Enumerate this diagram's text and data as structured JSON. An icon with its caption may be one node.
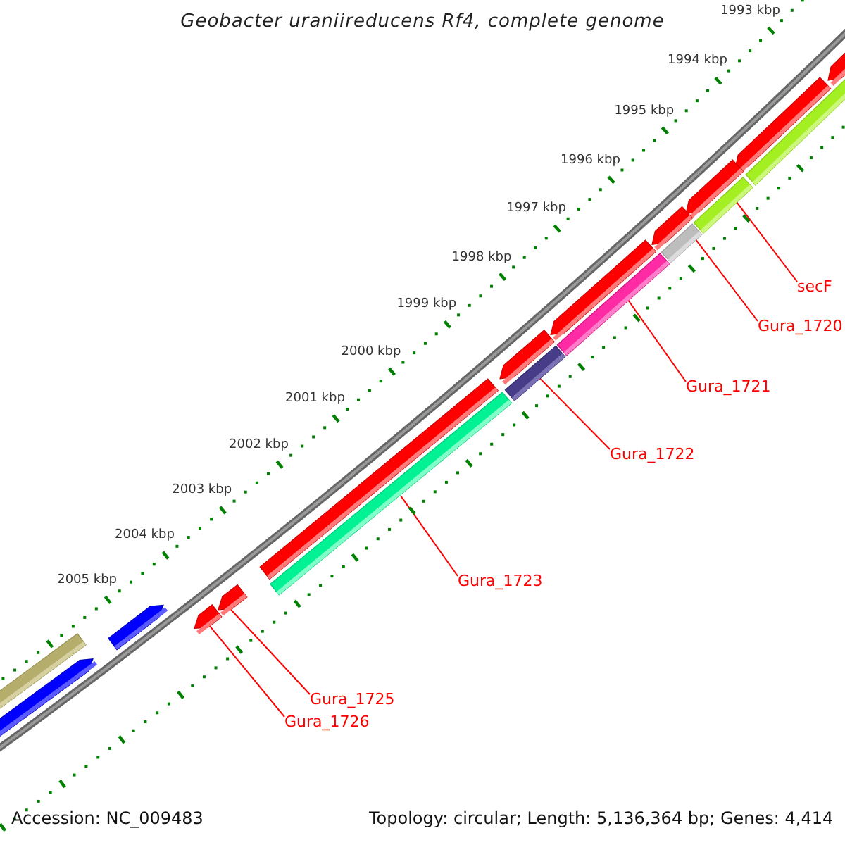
{
  "diagram": {
    "title": "Geobacter uraniireducens Rf4, complete genome",
    "nodes": [
      {
        "text": [
          "secF"
        ]
      },
      {
        "text": [
          "Gura_1720"
        ]
      },
      {
        "text": [
          "Gura_1721"
        ]
      },
      {
        "text": [
          "Gura_1722"
        ]
      },
      {
        "text": [
          "Gura_1723"
        ]
      },
      {
        "text": [
          "Gura_1725"
        ]
      },
      {
        "text": [
          "Gura_1726"
        ]
      },
      {
        "text": [],
        "shape": "bar"
      },
      {
        "text": [],
        "shape": "bar"
      },
      {
        "text": [],
        "shape": "bar"
      },
      {
        "text": [],
        "shape": "bar"
      },
      {
        "text": [],
        "shape": "bar"
      },
      {
        "text": [],
        "shape": "bar"
      },
      {
        "text": [],
        "shape": "bar"
      }
    ],
    "edges": [
      {
        "from": 0,
        "to": 7,
        "arrow": "none"
      },
      {
        "from": 1,
        "to": 8,
        "arrow": "none"
      },
      {
        "from": 2,
        "to": 9,
        "arrow": "none"
      },
      {
        "from": 3,
        "to": 10,
        "arrow": "none"
      },
      {
        "from": 4,
        "to": 11,
        "arrow": "none"
      },
      {
        "from": 5,
        "to": 12,
        "arrow": "none"
      },
      {
        "from": 6,
        "to": 13,
        "arrow": "none"
      }
    ],
    "labels": [
      "1993 kbp",
      "1994 kbp",
      "1995 kbp",
      "1996 kbp",
      "1997 kbp",
      "1998 kbp",
      "1999 kbp",
      "2000 kbp",
      "2001 kbp",
      "2002 kbp",
      "2003 kbp",
      "2004 kbp",
      "2005 kbp",
      "Accession: NC_009483",
      "Topology: circular; Length: 5,136,364 bp; Genes: 4,414"
    ]
  }
}
